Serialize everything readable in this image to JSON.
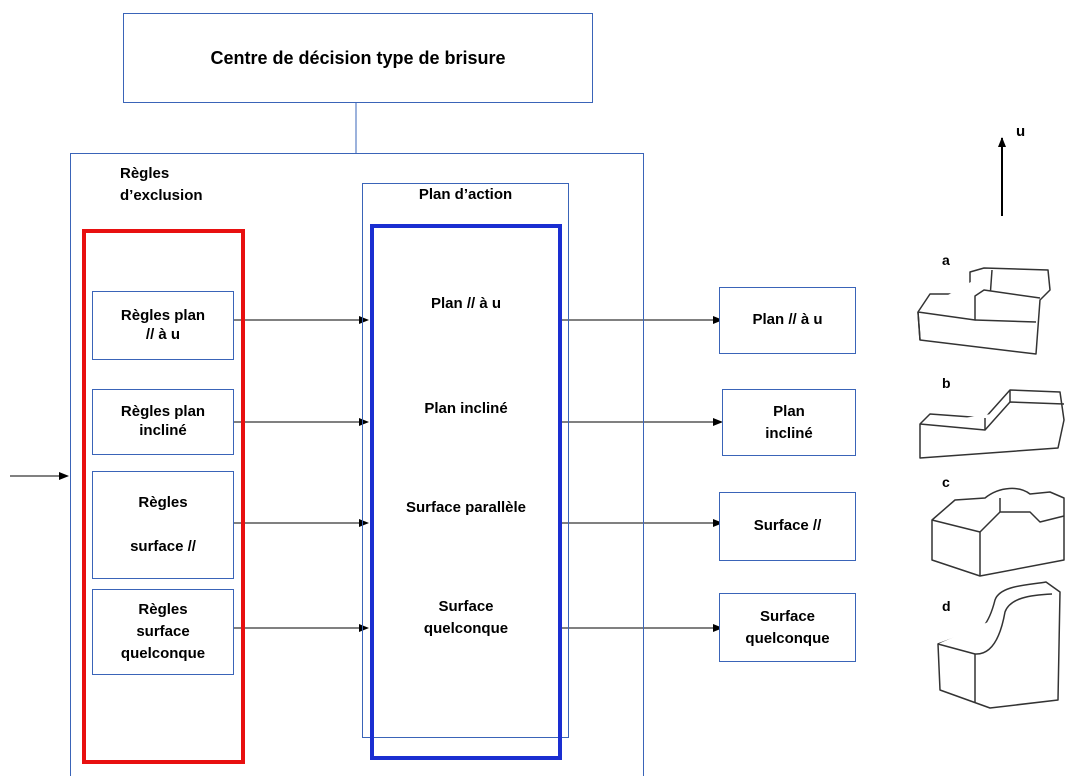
{
  "top_box": {
    "label": "Centre de décision type de brisure"
  },
  "exclusion": {
    "title": [
      "Règles",
      "d’exclusion"
    ],
    "rules": [
      {
        "lines": [
          "Règles plan",
          "// à u"
        ]
      },
      {
        "lines": [
          "Règles plan",
          "incliné"
        ]
      },
      {
        "lines": [
          "Règles",
          "surface //"
        ]
      },
      {
        "lines": [
          "Règles",
          "surface",
          "quelconque"
        ]
      }
    ]
  },
  "action_plan": {
    "title": "Plan d’action",
    "items": [
      {
        "lines": [
          "Plan // à u"
        ]
      },
      {
        "lines": [
          "Plan incliné"
        ]
      },
      {
        "lines": [
          "Surface parallèle"
        ]
      },
      {
        "lines": [
          "Surface",
          "quelconque"
        ]
      }
    ]
  },
  "outputs": [
    {
      "lines": [
        "Plan // à u"
      ]
    },
    {
      "lines": [
        "Plan",
        "incliné"
      ]
    },
    {
      "lines": [
        "Surface //"
      ]
    },
    {
      "lines": [
        "Surface",
        "quelconque"
      ]
    }
  ],
  "axis_label": "u",
  "figure_labels": [
    "a",
    "b",
    "c",
    "d"
  ],
  "colors": {
    "exclusion_border": "#e81010",
    "action_border": "#1a2ed1",
    "box_border": "#3a64b8"
  }
}
